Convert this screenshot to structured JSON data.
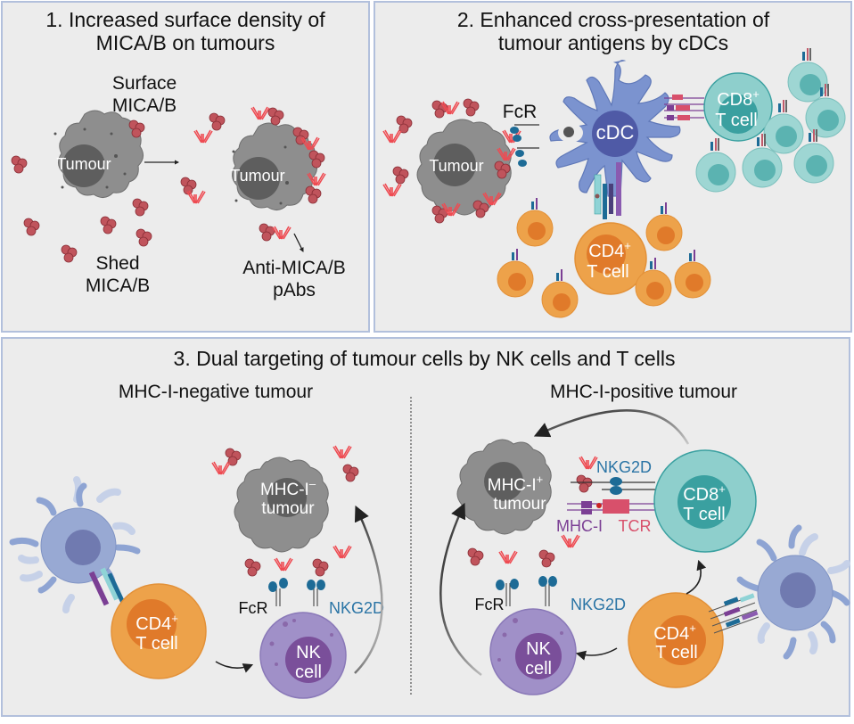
{
  "colors": {
    "panel_bg": "#ececec",
    "panel_border": "#b2c0dc",
    "tumour": "#8e8e8e",
    "tumour_nucleus": "#5e5e5e",
    "mica": "#c0545c",
    "antibody": "#ee4b52",
    "cdc": "#7b93cf",
    "cdc_nucleus": "#4f5aa6",
    "cd8": "#8ecfcc",
    "cd8_nucleus": "#3aa0a0",
    "cd4": "#eda24a",
    "cd4_nucleus": "#e07a2a",
    "nk": "#a090c8",
    "nk_nucleus": "#7a4f9a",
    "receptor_blue": "#1d6b96",
    "nkg2d_label": "#2a74a5",
    "mhc_label": "#7b3f94",
    "tcr_label": "#d8506b"
  },
  "panel1": {
    "title_line1": "1. Increased surface density of",
    "title_line2": "MICA/B on tumours",
    "surface_label_line1": "Surface",
    "surface_label_line2": "MICA/B",
    "tumour_left_label": "Tumour",
    "tumour_right_label": "Tumour",
    "shed_label_line1": "Shed",
    "shed_label_line2": "MICA/B",
    "pabs_label_line1": "Anti-MICA/B",
    "pabs_label_line2": "pAbs"
  },
  "panel2": {
    "title_line1": "2. Enhanced cross-presentation of",
    "title_line2": "tumour antigens by cDCs",
    "tumour_label": "Tumour",
    "fcr_label": "FcR",
    "cdc_label": "cDC",
    "cd8_label_line1": "CD8",
    "cd8_sup": "+",
    "cd8_label_line2": "T cell",
    "cd4_label_line1": "CD4",
    "cd4_sup": "+",
    "cd4_label_line2": "T cell"
  },
  "panel3": {
    "title": "3. Dual targeting of tumour cells by NK cells and T cells",
    "left": {
      "subtitle": "MHC-I-negative tumour",
      "tumour_line1": "MHC-I",
      "tumour_sup": "–",
      "tumour_line2": "tumour",
      "fcr_label": "FcR",
      "nkg2d_label": "NKG2D",
      "nk_line1": "NK",
      "nk_line2": "cell",
      "cd4_line1": "CD4",
      "cd4_sup": "+",
      "cd4_line2": "T cell"
    },
    "right": {
      "subtitle": "MHC-I-positive tumour",
      "tumour_line1": "MHC-I",
      "tumour_sup": "+",
      "tumour_line2": "tumour",
      "nkg2d_top_label": "NKG2D",
      "mhc_label": "MHC-I",
      "tcr_label": "TCR",
      "cd8_line1": "CD8",
      "cd8_sup": "+",
      "cd8_line2": "T cell",
      "fcr_label": "FcR",
      "nkg2d_bottom_label": "NKG2D",
      "nk_line1": "NK",
      "nk_line2": "cell",
      "cd4_line1": "CD4",
      "cd4_sup": "+",
      "cd4_line2": "T cell"
    }
  }
}
